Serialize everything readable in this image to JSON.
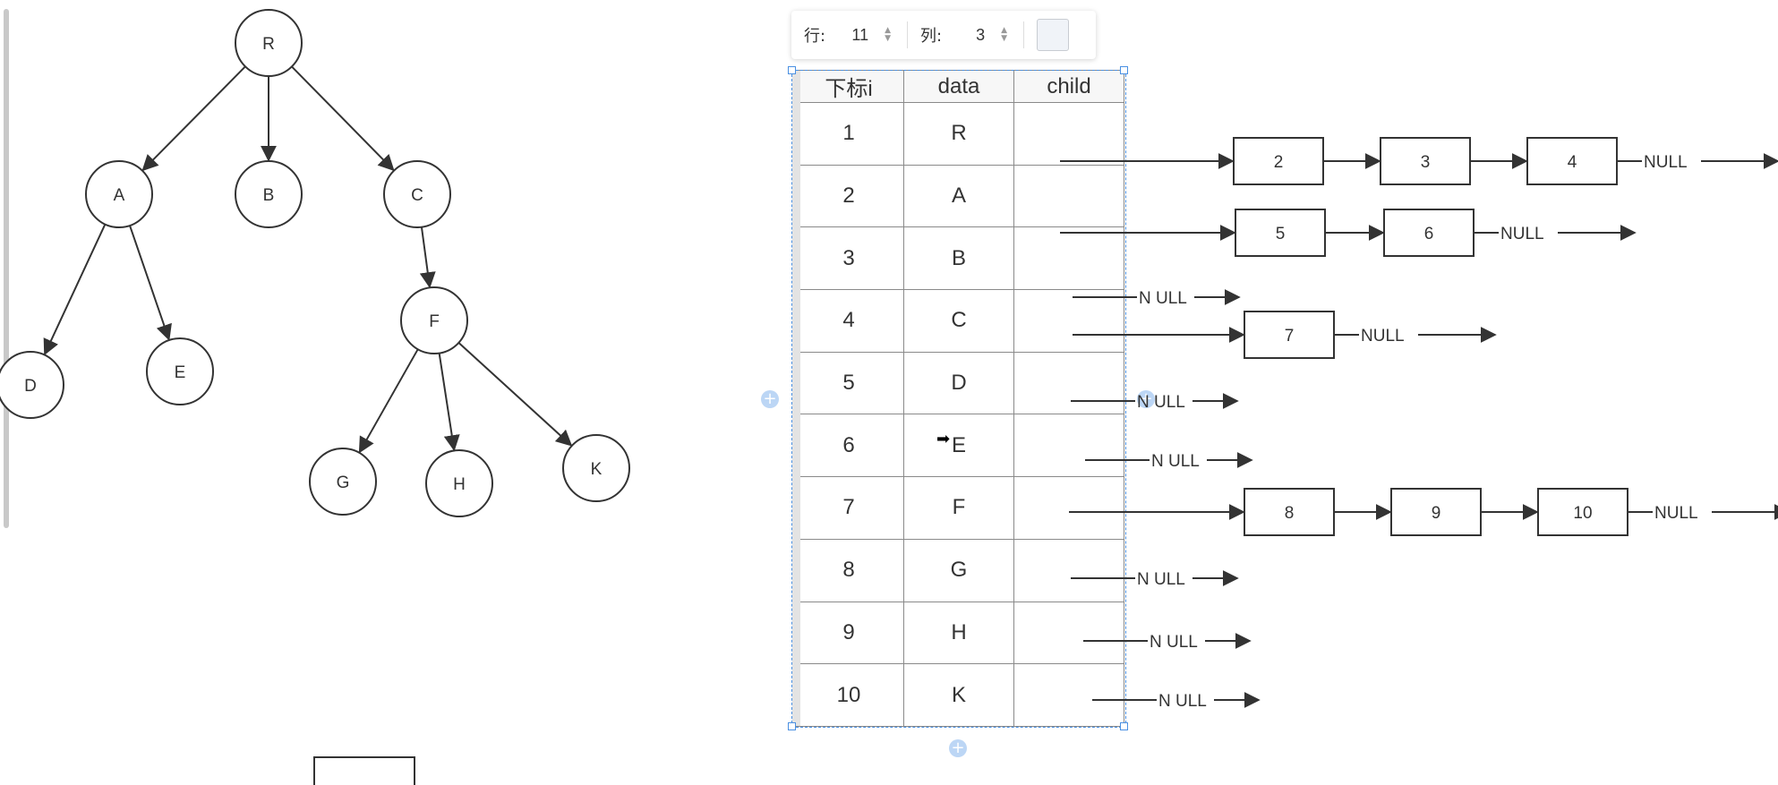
{
  "toolbar": {
    "row_label": "行:",
    "row_value": "11",
    "col_label": "列:",
    "col_value": "3"
  },
  "tree": {
    "nodes": [
      {
        "id": "R",
        "label": "R"
      },
      {
        "id": "A",
        "label": "A"
      },
      {
        "id": "B",
        "label": "B"
      },
      {
        "id": "C",
        "label": "C"
      },
      {
        "id": "D",
        "label": "D"
      },
      {
        "id": "E",
        "label": "E"
      },
      {
        "id": "F",
        "label": "F"
      },
      {
        "id": "G",
        "label": "G"
      },
      {
        "id": "H",
        "label": "H"
      },
      {
        "id": "K",
        "label": "K"
      }
    ],
    "edges": [
      [
        "R",
        "A"
      ],
      [
        "R",
        "B"
      ],
      [
        "R",
        "C"
      ],
      [
        "A",
        "D"
      ],
      [
        "A",
        "E"
      ],
      [
        "C",
        "F"
      ],
      [
        "F",
        "G"
      ],
      [
        "F",
        "H"
      ],
      [
        "F",
        "K"
      ]
    ]
  },
  "table": {
    "headers": [
      "下标i",
      "data",
      "child"
    ],
    "rows": [
      {
        "index": "1",
        "data": "R",
        "children": [
          "2",
          "3",
          "4"
        ],
        "null_label": "NULL"
      },
      {
        "index": "2",
        "data": "A",
        "children": [
          "5",
          "6"
        ],
        "null_label": "NULL"
      },
      {
        "index": "3",
        "data": "B",
        "children": [],
        "null_label": "N ULL"
      },
      {
        "index": "4",
        "data": "C",
        "children": [
          "7"
        ],
        "null_label": "NULL"
      },
      {
        "index": "5",
        "data": "D",
        "children": [],
        "null_label": "N ULL"
      },
      {
        "index": "6",
        "data": "E",
        "children": [],
        "null_label": "N ULL"
      },
      {
        "index": "7",
        "data": "F",
        "children": [
          "8",
          "9",
          "10"
        ],
        "null_label": "NULL"
      },
      {
        "index": "8",
        "data": "G",
        "children": [],
        "null_label": "N ULL"
      },
      {
        "index": "9",
        "data": "H",
        "children": [],
        "null_label": "N ULL"
      },
      {
        "index": "10",
        "data": "K",
        "children": [],
        "null_label": "N ULL"
      }
    ]
  },
  "colors": {
    "line": "#333333",
    "selection": "#4a90e2"
  }
}
